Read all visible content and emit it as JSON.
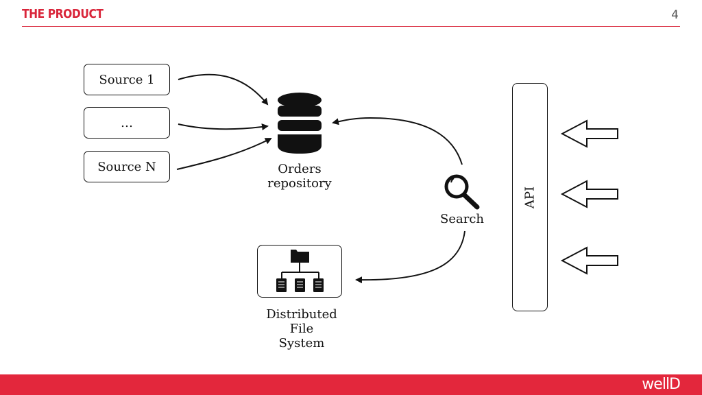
{
  "header": {
    "title": "THE PRODUCT",
    "page_number": "4"
  },
  "sources": [
    {
      "label": "Source 1"
    },
    {
      "label": "…"
    },
    {
      "label": "Source N"
    }
  ],
  "repository": {
    "line1": "Orders",
    "line2": "repository",
    "icon": "database-icon"
  },
  "search": {
    "label": "Search",
    "icon": "magnifier-icon"
  },
  "dfs": {
    "line1": "Distributed",
    "line2": "File",
    "line3": "System",
    "icon": "folder-tree-icon"
  },
  "api": {
    "label": "API",
    "incoming_arrows": 3
  },
  "footer": {
    "logo": "wellD"
  },
  "colors": {
    "accent": "#e3273c",
    "ink": "#111111"
  }
}
